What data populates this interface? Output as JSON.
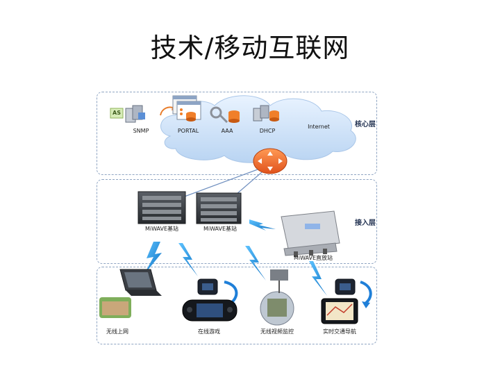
{
  "title": "技术/移动互联网",
  "layers": {
    "core": "核心层",
    "access": "接入层"
  },
  "core_items": {
    "as_badge": "AS",
    "snmp": "SNMP",
    "portal": "PORTAL",
    "aaa": "AAA",
    "dhcp": "DHCP",
    "internet": "Internet"
  },
  "access_items": {
    "base1": "MiWAVE基站",
    "base2": "MiWAVE基站",
    "repeater": "MiWAVE直放站"
  },
  "terminals": {
    "wireless_web": "无线上网",
    "online_game": "在线游戏",
    "video_monitor": "无线视频监控",
    "navigation": "实时交通导航"
  }
}
